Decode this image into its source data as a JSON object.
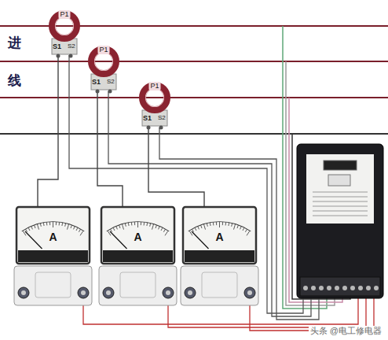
{
  "diagram": {
    "nodes": [
      {
        "text": [
          "P1",
          "S1",
          "S2"
        ]
      },
      {
        "text": [
          "P1",
          "S1",
          "S2"
        ]
      },
      {
        "text": [
          "P1",
          "S1",
          "S2"
        ]
      },
      {
        "text": [
          "A"
        ]
      },
      {
        "text": [
          "A"
        ]
      },
      {
        "text": [
          "A"
        ]
      }
    ],
    "edges": [
      {
        "from": 0,
        "to": 3,
        "arrow": "none"
      },
      {
        "from": 1,
        "to": 4,
        "arrow": "none"
      },
      {
        "from": 2,
        "to": 5,
        "arrow": "none"
      }
    ],
    "labels": [
      "进",
      "线",
      "头条 @电工修电器"
    ]
  }
}
